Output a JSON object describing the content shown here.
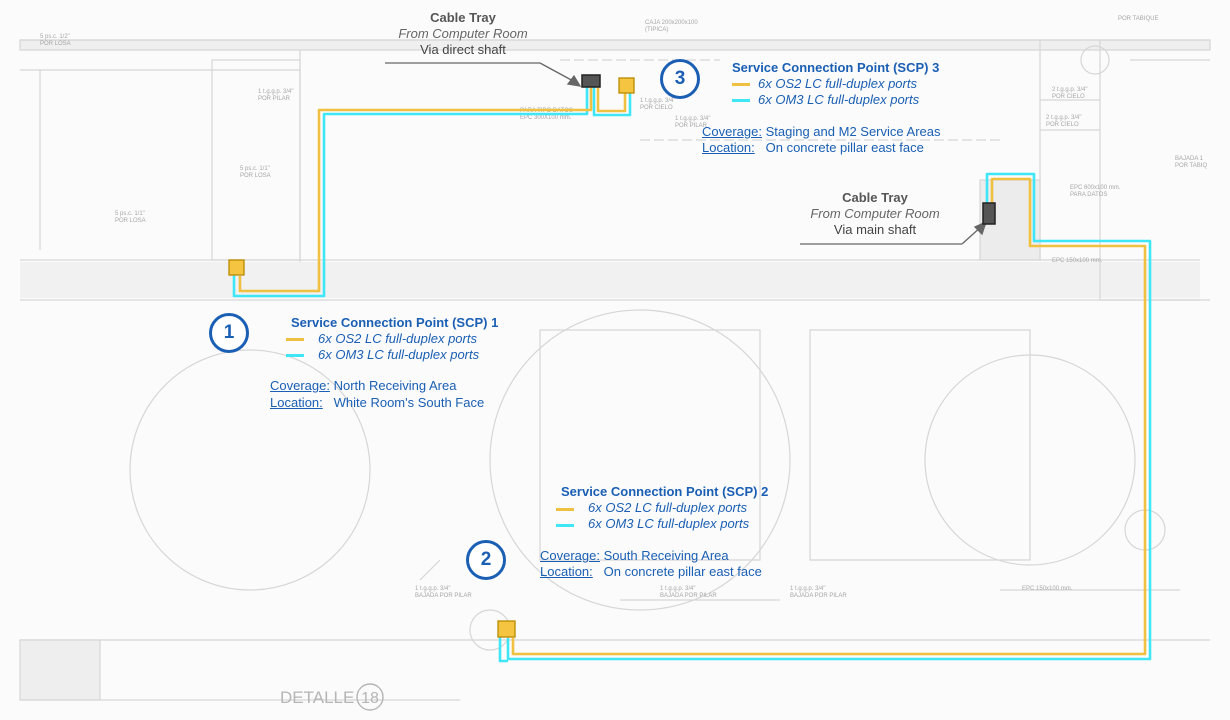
{
  "colors": {
    "os2": "#f0c040",
    "om3": "#3fe6f5",
    "scp_accent": "#1a5fb4",
    "tray_fill": "#555555",
    "outlet_fill": "#f5c542",
    "outlet_stroke": "#b88a00",
    "plan_lines": "#d2d2d2",
    "plan_text": "#9a9a9a",
    "leader": "#666666"
  },
  "tray_top": {
    "title": "Cable Tray",
    "subtitle": "From Computer Room",
    "via": "Via direct shaft"
  },
  "tray_right": {
    "title": "Cable Tray",
    "subtitle": "From Computer Room",
    "via": "Via main shaft"
  },
  "scp1": {
    "number": "1",
    "title": "Service Connection Point (SCP) 1",
    "os2": "6x OS2 LC full-duplex ports",
    "om3": "6x OM3 LC full-duplex ports",
    "coverage_key": "Coverage:",
    "coverage_value": "North Receiving Area",
    "location_key": "Location:",
    "location_value": "White Room's South Face"
  },
  "scp2": {
    "number": "2",
    "title": "Service Connection Point (SCP) 2",
    "os2": "6x OS2 LC full-duplex ports",
    "om3": "6x OM3 LC full-duplex ports",
    "coverage_key": "Coverage:",
    "coverage_value": "South Receiving Area",
    "location_key": "Location:",
    "location_value": "On concrete pillar east face"
  },
  "scp3": {
    "number": "3",
    "title": "Service Connection Point (SCP) 3",
    "os2": "6x OS2 LC full-duplex ports",
    "om3": "6x OM3 LC full-duplex ports",
    "coverage_key": "Coverage:",
    "coverage_value": "Staging and M2 Service Areas",
    "location_key": "Location:",
    "location_value": "On concrete pillar east face"
  },
  "plan_notes": {
    "n1": "5 ps.c. 1/2\"",
    "n2": "POR LOSA",
    "n3": "5 ps.c. 1/1\"",
    "n4": "POR LOSA",
    "n5": "5 ps.c. 1/1\"",
    "n6": "POR LOSA",
    "n7": "CAJA 200x200x100",
    "n8": "(TIPICA)",
    "n9": "POR TABIQUE",
    "n10": "1 t.g.g.p. 3/4\"",
    "n11": "POR PILAR",
    "n12": "PARA TIPO DATOS",
    "n13": "EPC 300X100 mm.",
    "n14": "1 t.g.g.p. 3/4\"",
    "n15": "POR CIELO",
    "n16": "1 t.g.g.p. 3/4\"",
    "n17": "POR PILAR",
    "n18": "2 t.g.g.p. 3/4\"",
    "n19": "POR CIELO",
    "n20": "2 t.g.g.p. 3/4\"",
    "n21": "POR CIELO",
    "n22": "BAJADA 1",
    "n23": "POR TABIQ",
    "n24": "EPC 600x100 mm.",
    "n25": "PARA DATOS",
    "n26": "EPC 150x100 mm.",
    "n27": "1 t.g.g.p. 3/4\"",
    "n28": "BAJADA POR PILAR",
    "n29": "1 t.g.g.p. 3/4\"",
    "n30": "BAJADA POR PILAR",
    "n31": "1 t.g.g.p. 3/4\"",
    "n32": "BAJADA POR PILAR",
    "n33": "EPC 150x100 mm.",
    "n34": "DETALLE",
    "n35": "18"
  }
}
